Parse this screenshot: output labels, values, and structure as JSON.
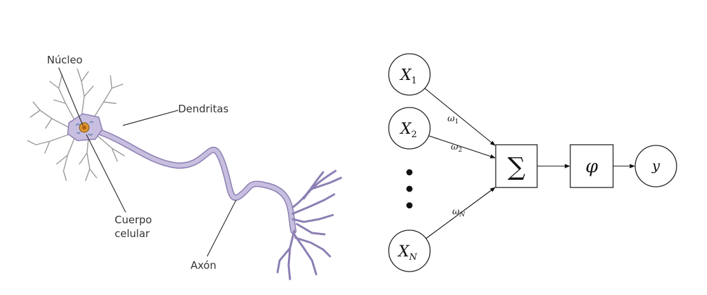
{
  "neuron": {
    "labels": {
      "nucleus": "Núcleo",
      "dendrites": "Dendritas",
      "cell_body_line1": "Cuerpo",
      "cell_body_line2": "celular",
      "axon": "Axón"
    },
    "colors": {
      "membrane": "#c8bedf",
      "membrane_edge": "#8c7fb3",
      "dendrite": "#9a9a9a",
      "nucleus": "#e0962f"
    }
  },
  "perceptron": {
    "inputs": [
      {
        "var": "X",
        "sub": "1",
        "weight": "ω",
        "weight_sub": "1"
      },
      {
        "var": "X",
        "sub": "2",
        "weight": "ω",
        "weight_sub": "2"
      },
      {
        "var": "X",
        "sub": "N",
        "weight": "ω",
        "weight_sub": "N"
      }
    ],
    "sum_symbol": "∑",
    "activation_symbol": "φ",
    "output": "y"
  }
}
